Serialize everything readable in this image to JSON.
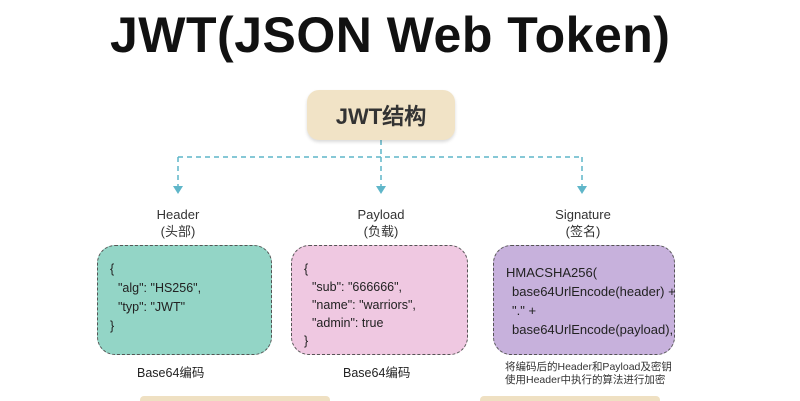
{
  "title": "JWT(JSON Web Token)",
  "structure_label": "JWT结构",
  "columns": {
    "header": {
      "label": "Header",
      "sublabel": "(头部)",
      "lines": [
        "{",
        "\"alg\": \"HS256\",",
        "\"typ\": \"JWT\"",
        "}"
      ],
      "encoding": "Base64编码"
    },
    "payload": {
      "label": "Payload",
      "sublabel": "(负载)",
      "lines": [
        "{",
        "\"sub\": \"666666\",",
        "\"name\": \"warriors\",",
        "\"admin\": true",
        "}"
      ],
      "encoding": "Base64编码"
    },
    "signature": {
      "label": "Signature",
      "sublabel": "(签名)",
      "lines": [
        "HMACSHA256(",
        "base64UrlEncode(header) +",
        "\".\" +",
        "base64UrlEncode(payload),"
      ],
      "note": "将编码后的Header和Payload及密钥使用Header中执行的算法进行加密"
    }
  },
  "colors": {
    "header_card": "#93d5c6",
    "payload_card": "#efc8e1",
    "signature_card": "#c7b1dc",
    "structure_box": "#f1e3c6",
    "connector": "#5fb6c9"
  }
}
